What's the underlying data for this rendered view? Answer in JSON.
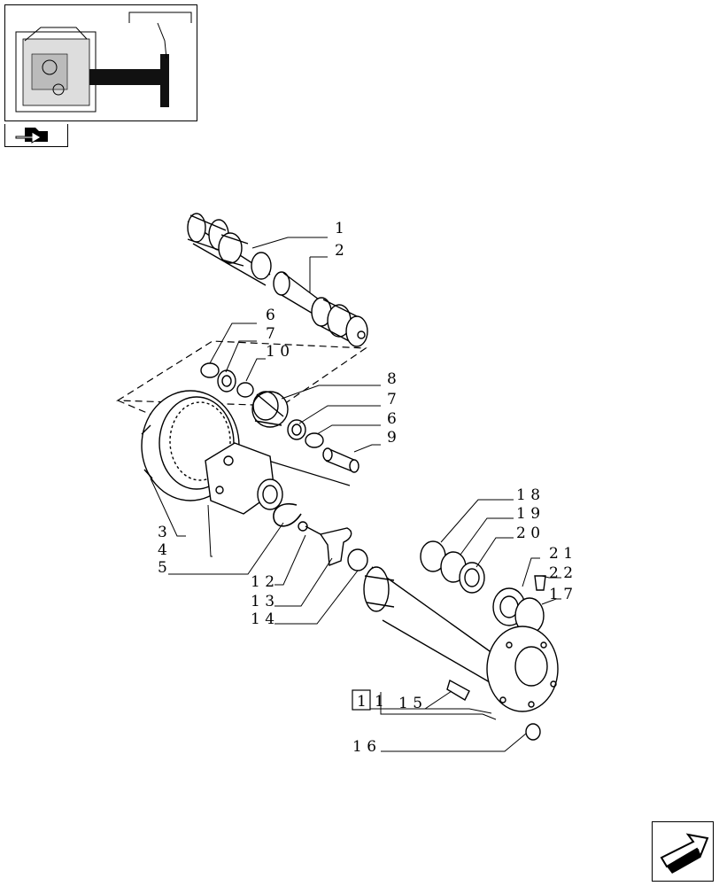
{
  "diagram": {
    "callouts": {
      "c1": "1",
      "c2": "2",
      "c3": "3",
      "c4": "4",
      "c5": "5",
      "c6a": "6",
      "c6b": "6",
      "c7a": "7",
      "c7b": "7",
      "c8": "8",
      "c9": "9",
      "c10": "1 0",
      "c12": "1 2",
      "c13": "1 3",
      "c14": "1 4",
      "c15": "1 5",
      "c16": "1 6",
      "c17": "1 7",
      "c18": "1 8",
      "c19": "1 9",
      "c20": "2 0",
      "c21": "2 1",
      "c22": "2 2"
    },
    "kit_box": {
      "box_digit": "1",
      "tail_digit": "1"
    }
  },
  "navigation": {
    "thumbnail_icon": "arrow-folder-icon",
    "next_icon": "next-page-arrow-icon"
  }
}
